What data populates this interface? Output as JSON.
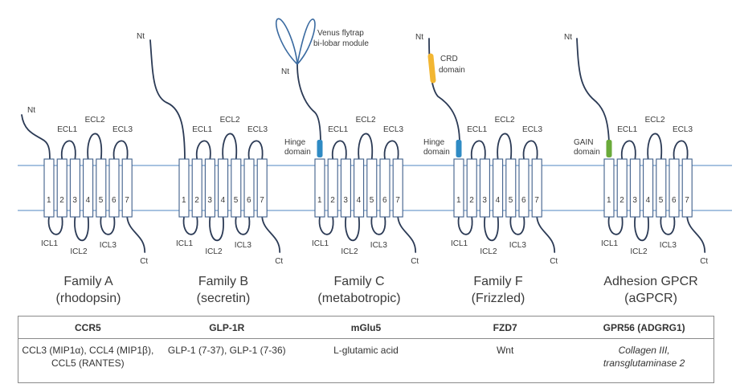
{
  "colors": {
    "membrane": "#4f86c0",
    "strand": "#2b3a55",
    "hinge_domain": "#2f8bc4",
    "crd_domain": "#f2b632",
    "gain_domain": "#6aaa3a",
    "vft_lobes": "#3a6aa0"
  },
  "common_labels": {
    "nt": "Nt",
    "ct": "Ct",
    "ecl": [
      "ECL1",
      "ECL2",
      "ECL3"
    ],
    "icl": [
      "ICL1",
      "ICL2",
      "ICL3"
    ],
    "helix_numbers": [
      "1",
      "2",
      "3",
      "4",
      "5",
      "6",
      "7"
    ]
  },
  "families": [
    {
      "id": "family-a",
      "name": "Family A",
      "subtitle": "(rhodopsin)",
      "domain": null
    },
    {
      "id": "family-b",
      "name": "Family B",
      "subtitle": "(secretin)",
      "domain": null
    },
    {
      "id": "family-c",
      "name": "Family C",
      "subtitle": "(metabotropic)",
      "domain": {
        "type": "hinge",
        "label_1": "Hinge",
        "label_2": "domain"
      },
      "extra_module": {
        "label_1": "Venus flytrap",
        "label_2": "bi-lobar module"
      }
    },
    {
      "id": "family-f",
      "name": "Family F",
      "subtitle": "(Frizzled)",
      "domain": {
        "type": "hinge",
        "label_1": "Hinge",
        "label_2": "domain"
      },
      "extra_module": {
        "label_1": "CRD",
        "label_2": "domain"
      }
    },
    {
      "id": "family-adhesion",
      "name": "Adhesion GPCR",
      "subtitle": "(aGPCR)",
      "domain": {
        "type": "gain",
        "label_1": "GAIN",
        "label_2": "domain"
      }
    }
  ],
  "table": {
    "receptors": [
      "CCR5",
      "GLP-1R",
      "mGlu5",
      "FZD7",
      "GPR56 (ADGRG1)"
    ],
    "ligands": [
      {
        "line1": "CCL3 (MIP1α), CCL4 (MIP1β),",
        "line2": "CCL5 (RANTES)",
        "italic": false
      },
      {
        "line1": "GLP-1 (7-37), GLP-1 (7-36)",
        "line2": "",
        "italic": false
      },
      {
        "line1": "L-glutamic acid",
        "line2": "",
        "italic": false
      },
      {
        "line1": "Wnt",
        "line2": "",
        "italic": false
      },
      {
        "line1": "Collagen III,",
        "line2": "transglutaminase 2",
        "italic": true
      }
    ]
  }
}
